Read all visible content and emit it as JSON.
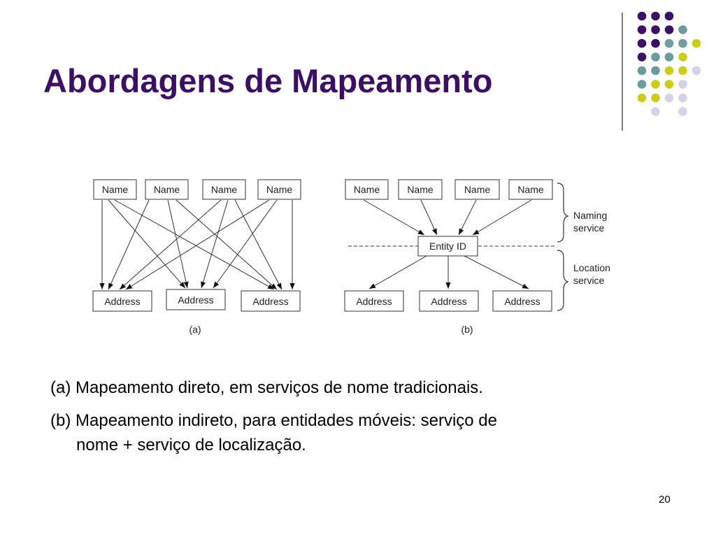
{
  "slide": {
    "title": "Abordagens de Mapeamento",
    "page_number": "20",
    "colors": {
      "title": "#3b0f63",
      "dot_purple": "#3b0f63",
      "dot_teal": "#6f9b9c",
      "dot_yellow": "#cccc1a",
      "dot_lavender": "#d3d3e6"
    }
  },
  "diagram": {
    "a": {
      "names": [
        "Name",
        "Name",
        "Name",
        "Name"
      ],
      "addresses": [
        "Address",
        "Address",
        "Address"
      ],
      "caption": "(a)"
    },
    "b": {
      "names": [
        "Name",
        "Name",
        "Name",
        "Name"
      ],
      "entity": "Entity ID",
      "addresses": [
        "Address",
        "Address",
        "Address"
      ],
      "caption": "(b)",
      "naming_label": [
        "Naming",
        "service"
      ],
      "location_label": [
        "Location",
        "service"
      ]
    }
  },
  "captions": {
    "line_a": "(a) Mapeamento direto, em serviços de nome tradicionais.",
    "line_b1": "(b) Mapeamento indireto, para entidades móveis: serviço de",
    "line_b2": "nome + serviço de localização."
  }
}
